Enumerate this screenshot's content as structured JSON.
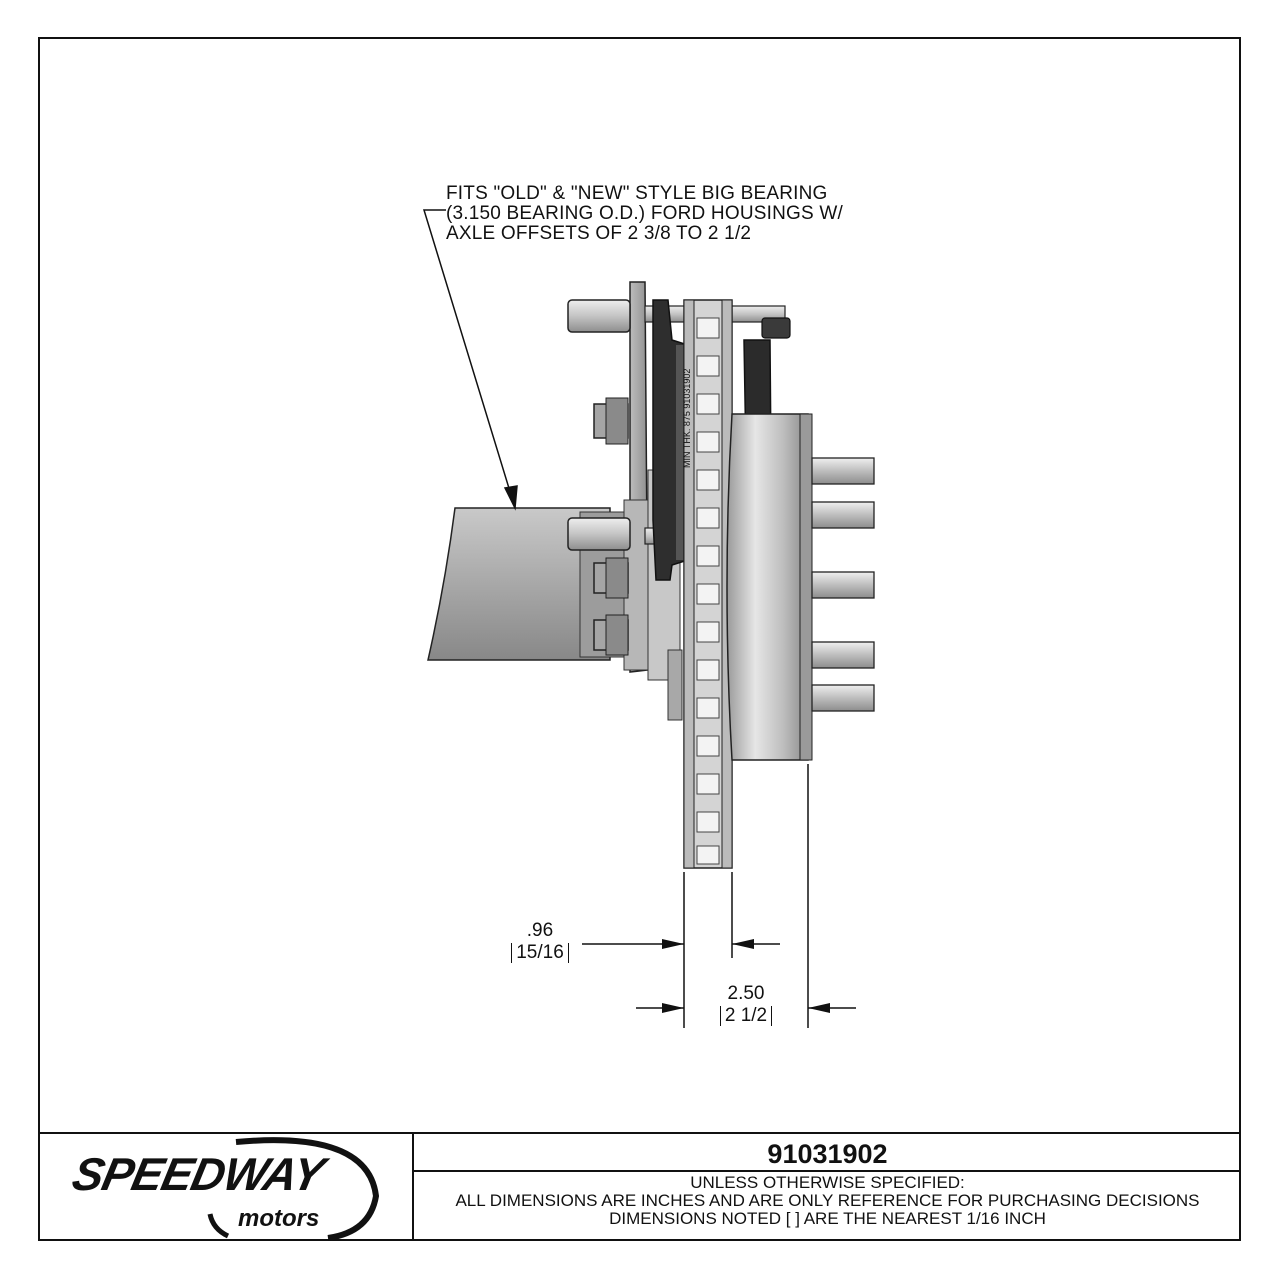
{
  "callout": {
    "text": "FITS \"OLD\" & \"NEW\" STYLE BIG BEARING\n(3.150 BEARING O.D.) FORD HOUSINGS W/\nAXLE OFFSETS OF 2 3/8 TO 2 1/2"
  },
  "dimensions": {
    "rotor_width": {
      "decimal": ".96",
      "fraction": "15/16"
    },
    "offset": {
      "decimal": "2.50",
      "fraction": "2 1/2"
    }
  },
  "rotor_stamp": "MIN THK. 875 91031902",
  "title_block": {
    "part_number": "91031902",
    "notes": [
      "UNLESS OTHERWISE SPECIFIED:",
      "ALL DIMENSIONS ARE INCHES AND ARE ONLY REFERENCE FOR PURCHASING DECISIONS",
      "DIMENSIONS NOTED [ ] ARE THE NEAREST 1/16 INCH"
    ]
  },
  "logo": {
    "brand": "SPEEDWAY",
    "sub": "motors"
  }
}
